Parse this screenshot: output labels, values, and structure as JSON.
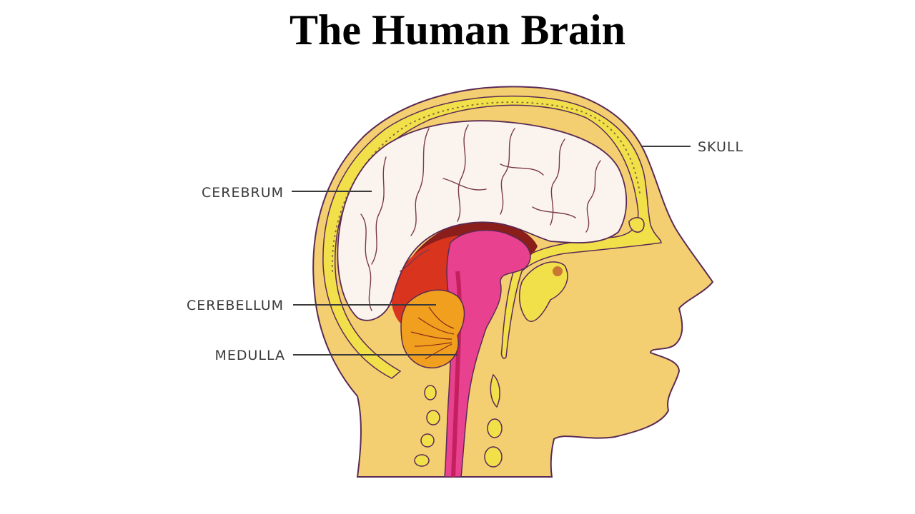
{
  "slide": {
    "title": "The Human Brain"
  },
  "diagram": {
    "labels": {
      "skull": "SKULL",
      "cerebrum": "CEREBRUM",
      "cerebellum": "CEREBELLUM",
      "medulla": "MEDULLA"
    },
    "colors": {
      "skin": "#F4CF72",
      "skull_band": "#F1E04A",
      "outline": "#5A2A55",
      "cerebrum": "#FBF4EE",
      "cerebrum_lines": "#7A3A4A",
      "brainstem": "#E8418F",
      "midbrain_dark": "#8A1E1A",
      "midbrain_red": "#D8341E",
      "cerebellum": "#F0A01E",
      "spinal_canal": "#C4205E"
    }
  }
}
